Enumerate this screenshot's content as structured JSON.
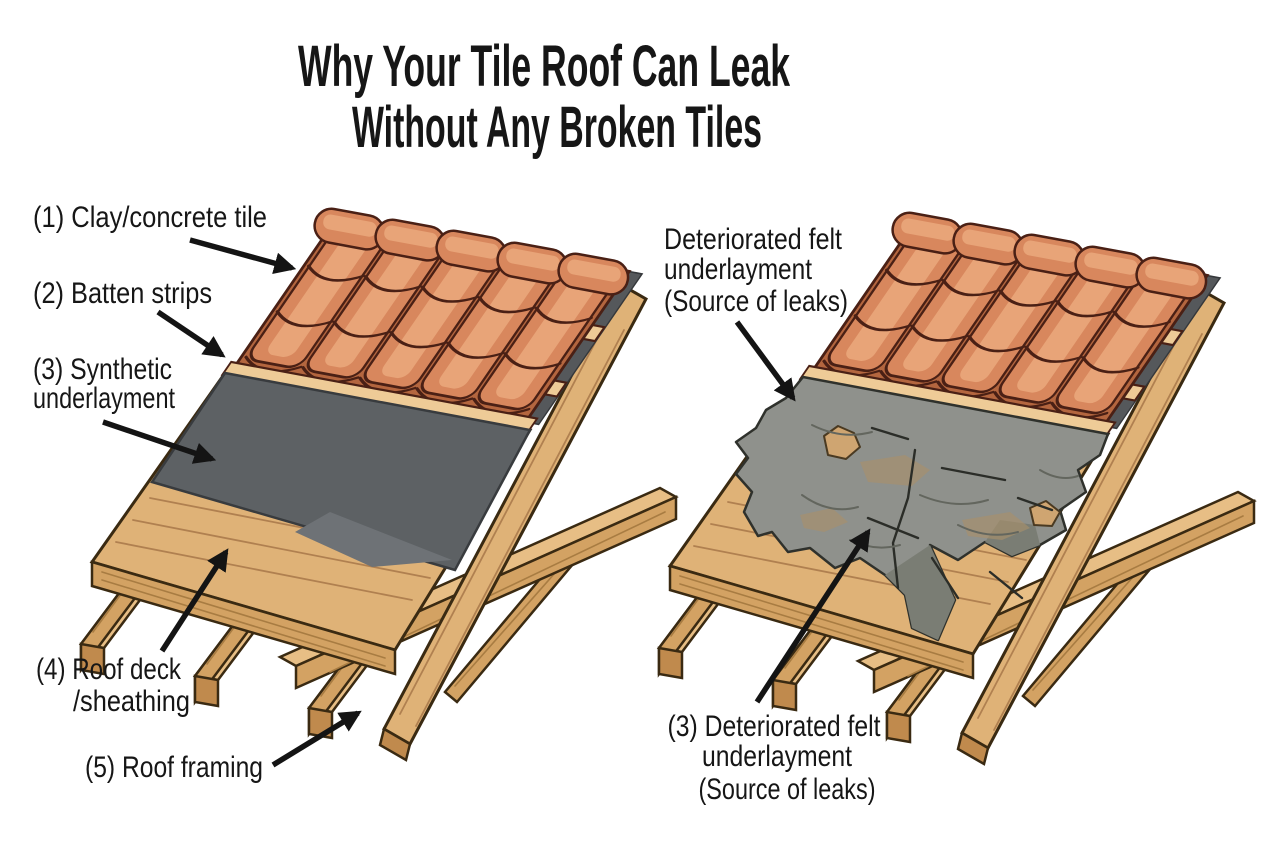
{
  "title": {
    "line1": "Why Your Tile Roof Can Leak",
    "line2": "Without Any Broken Tiles"
  },
  "left_diagram": {
    "description": "Intact tile roof assembly cutaway",
    "labels": {
      "tile": "(1) Clay/concrete tile",
      "batten": "(2) Batten strips",
      "underlayment_line1": "(3) Synthetic",
      "underlayment_line2": "underlayment",
      "deck_line1": "(4) Roof deck",
      "deck_line2": "/sheathing",
      "framing": "(5) Roof framing"
    }
  },
  "right_diagram": {
    "description": "Tile roof cutaway with deteriorated felt underlayment",
    "labels": {
      "top_line1": "Deteriorated felt",
      "top_line2": "underlayment",
      "top_line3": "(Source of leaks)",
      "bottom_line1": "(3) Deteriorated felt",
      "bottom_line2": "underlayment",
      "bottom_line3": "(Source of leaks)"
    }
  },
  "colors": {
    "background": "#FFFFFF",
    "text": "#161616",
    "arrow": "#141414",
    "tile_main": "#D8875D",
    "tile_highlight": "#E8A478",
    "tile_shadow": "#B4663F",
    "tile_outline": "#4A2015",
    "batten_tan": "#EECB97",
    "wood_light": "#E7BE85",
    "wood_main": "#DFB277",
    "wood_mid": "#D3A263",
    "wood_dark": "#C08A4D",
    "wood_grain": "#B08050",
    "wood_outline": "#3A2A12",
    "underlayment_gray": "#5D6164",
    "underlayment_gray_light": "#6E7276",
    "felt_gray": "#8F918C",
    "felt_shadow": "#7A7D74",
    "felt_hole_tan": "#CFA571",
    "felt_smudge": "#A8906C",
    "crack": "#2B2D28"
  }
}
